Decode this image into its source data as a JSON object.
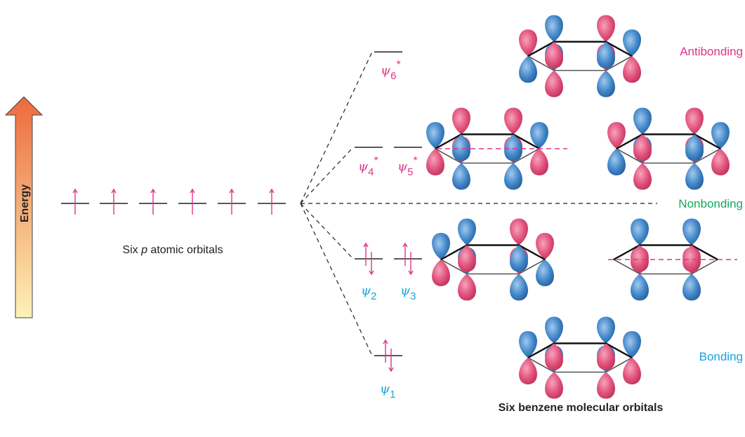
{
  "energy_label": "Energy",
  "atomic_orbitals_caption": "Six p atomic orbitals",
  "atomic_orbitals_caption_parts": [
    "Six ",
    "p",
    " atomic orbitals"
  ],
  "molecular_orbitals_caption": "Six benzene molecular orbitals",
  "levels": {
    "antibonding": "Antibonding",
    "nonbonding": "Nonbonding",
    "bonding": "Bonding"
  },
  "orbital_symbol": "ψ",
  "orbitals": [
    {
      "label": "ψ6*",
      "index": "6",
      "star": "*",
      "electrons": 0,
      "color": "#e2338a"
    },
    {
      "label": "ψ4*",
      "index": "4",
      "star": "*",
      "electrons": 0,
      "color": "#e2338a"
    },
    {
      "label": "ψ5*",
      "index": "5",
      "star": "*",
      "electrons": 0,
      "color": "#e2338a"
    },
    {
      "label": "ψ2",
      "index": "2",
      "star": "",
      "electrons": 2,
      "color": "#1aa3dc"
    },
    {
      "label": "ψ3",
      "index": "3",
      "star": "",
      "electrons": 2,
      "color": "#1aa3dc"
    },
    {
      "label": "ψ1",
      "index": "1",
      "star": "",
      "electrons": 2,
      "color": "#1aa3dc"
    }
  ],
  "atomic_orbital_count": 6,
  "colors": {
    "antibonding": "#e2338a",
    "nonbonding": "#17a85a",
    "bonding": "#1aa3dc",
    "lobe_pink": "#e0507a",
    "lobe_blue": "#3f86c8",
    "arrow_top": "#ec6a3c",
    "arrow_bottom": "#fdf2b6"
  }
}
